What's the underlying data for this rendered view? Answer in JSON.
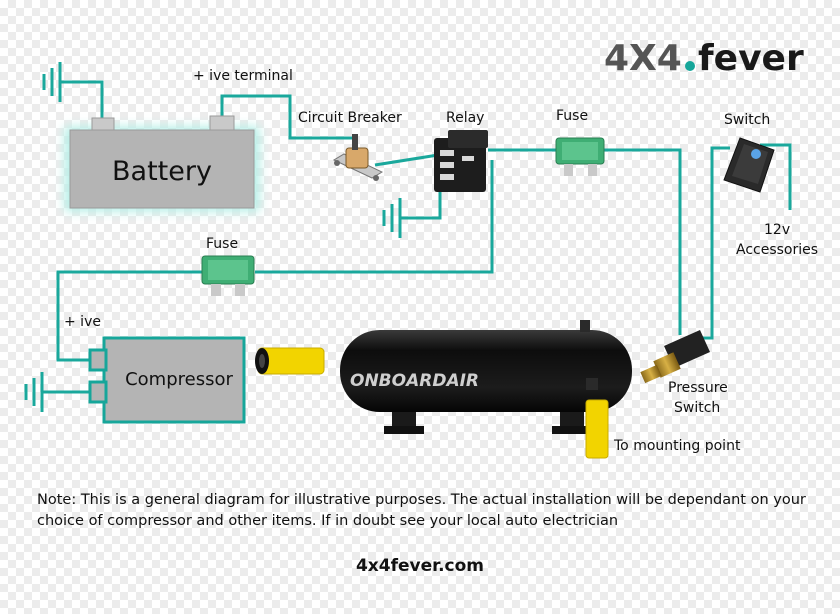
{
  "brand": {
    "logo_left": "4X4",
    "logo_dot": ".",
    "logo_right": "fever",
    "accent": "#16a69a"
  },
  "labels": {
    "positive_terminal": "+ ive terminal",
    "battery": "Battery",
    "circuit_breaker": "Circuit Breaker",
    "relay": "Relay",
    "fuse_top": "Fuse",
    "switch": "Switch",
    "accessories_line1": "12v",
    "accessories_line2": "Accessories",
    "fuse_left": "Fuse",
    "positive": "+ ive",
    "compressor": "Compressor",
    "pressure_line1": "Pressure",
    "pressure_line2": "Switch",
    "mounting": "To mounting point",
    "tank_brand": "ONBOARDAIR"
  },
  "note": "Note: This is a general diagram for illustrative purposes. The actual installation will be dependant on your choice of compressor and other items. If in doubt see your local auto electrician",
  "website": "4x4fever.com",
  "colors": {
    "wire": "#1aa89c",
    "fuse": "#3fae74",
    "hose": "#f2d400",
    "tank": "#161616"
  }
}
